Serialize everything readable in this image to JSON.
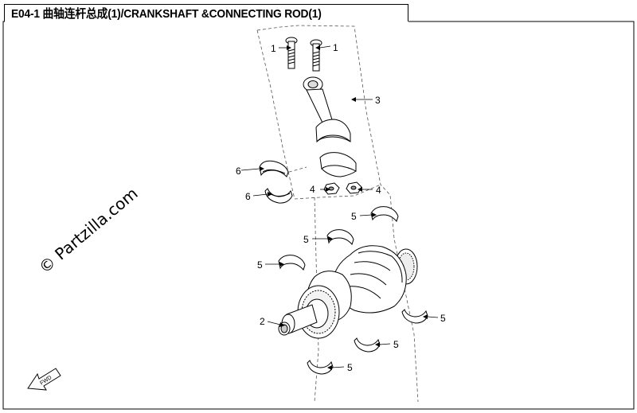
{
  "title": "E04-1 曲轴连杆总成(1)/CRANKSHAFT &CONNECTING ROD(1)",
  "watermark": "© Partzilla.com",
  "fwd_label": "FWD",
  "callouts": {
    "c1a": "1",
    "c1b": "1",
    "c2": "2",
    "c3": "3",
    "c4a": "4",
    "c4b": "4",
    "c5a": "5",
    "c5b": "5",
    "c5c": "5",
    "c5d": "5",
    "c5e": "5",
    "c5f": "5",
    "c6a": "6",
    "c6b": "6"
  }
}
